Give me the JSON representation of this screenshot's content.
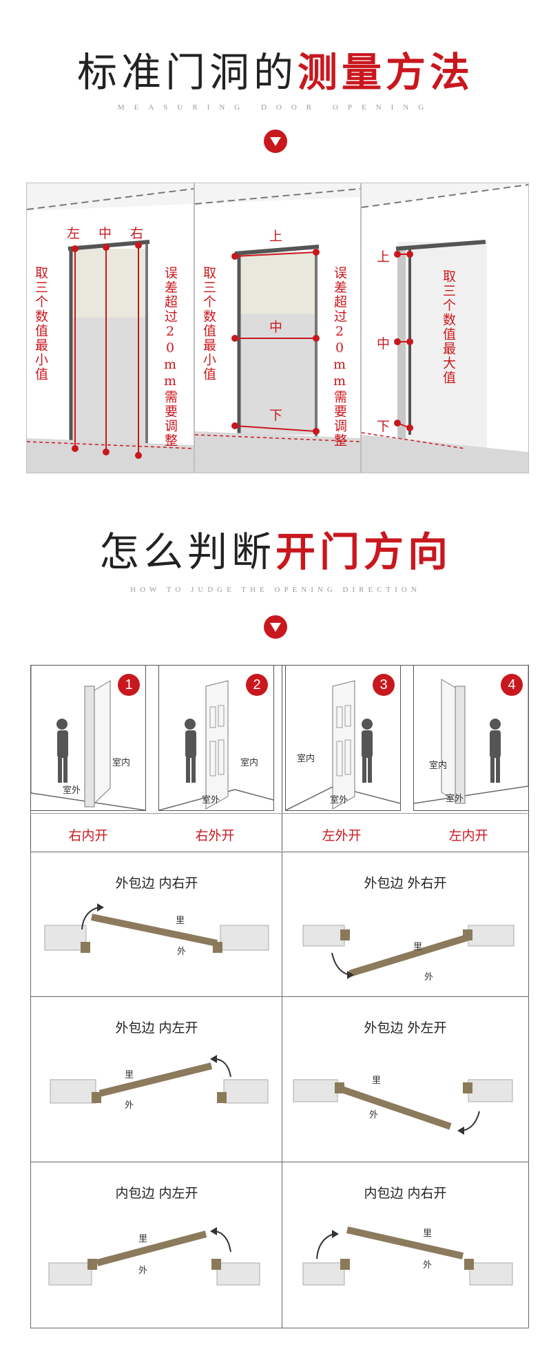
{
  "section1": {
    "title_black": "标准门洞的",
    "title_red": "测量方法",
    "subtitle": "MEASURING DOOR OPENING",
    "panel1": {
      "top_labels": [
        "左",
        "中",
        "右"
      ],
      "left_note": "取三个数值最小值",
      "right_note": "误差超过20mm需要调整"
    },
    "panel2": {
      "labels": [
        "上",
        "中",
        "下"
      ],
      "left_note": "取三个数值最小值",
      "right_note": "误差超过20mm需要调整"
    },
    "panel3": {
      "labels": [
        "上",
        "中",
        "下"
      ],
      "right_note": "取三个数值最大值"
    }
  },
  "section2": {
    "title_black": "怎么判断",
    "title_red": "开门方向",
    "subtitle": "HOW TO JUDGE THE OPENING DIRECTION",
    "doors": [
      {
        "num": "1",
        "inside": "室内",
        "outside": "室外",
        "direction": "右内开"
      },
      {
        "num": "2",
        "inside": "室内",
        "outside": "室外",
        "direction": "右外开"
      },
      {
        "num": "3",
        "inside": "室内",
        "outside": "室外",
        "direction": "左外开"
      },
      {
        "num": "4",
        "inside": "室内",
        "outside": "室外",
        "direction": "左内开"
      }
    ],
    "grid": [
      {
        "title": "外包边 内右开",
        "in": "里",
        "out": "外"
      },
      {
        "title": "外包边 外右开",
        "in": "里",
        "out": "外"
      },
      {
        "title": "外包边 内左开",
        "in": "里",
        "out": "外"
      },
      {
        "title": "外包边 外左开",
        "in": "里",
        "out": "外"
      },
      {
        "title": "内包边 内左开",
        "in": "里",
        "out": "外"
      },
      {
        "title": "内包边 内右开",
        "in": "里",
        "out": "外"
      }
    ]
  }
}
